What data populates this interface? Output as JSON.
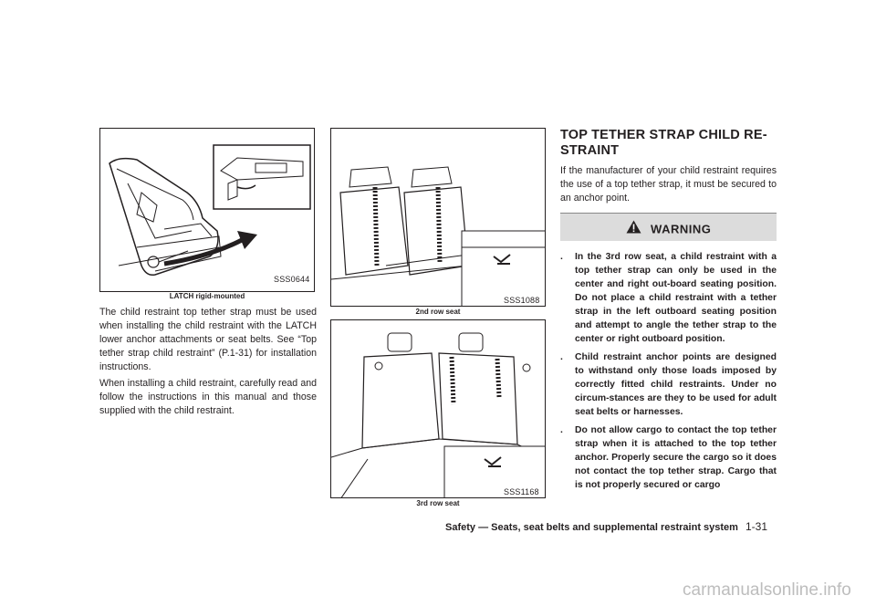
{
  "figures": [
    {
      "code": "SSS0644",
      "caption": "LATCH rigid-mounted"
    },
    {
      "code": "SSS1088",
      "caption": "2nd row seat"
    },
    {
      "code": "SSS1168",
      "caption": "3rd row seat"
    }
  ],
  "col1": {
    "paragraphs": [
      "The child restraint top tether strap must be used when installing the child restraint with the LATCH lower anchor attachments or seat belts. See “Top tether strap child restraint” (P.1-31) for installation instructions.",
      "When installing a child restraint, carefully read and follow the instructions in this manual and those supplied with the child restraint."
    ]
  },
  "col3": {
    "heading_line1": "TOP TETHER STRAP CHILD RE-",
    "heading_line2": "STRAINT",
    "intro": "If the manufacturer of your child restraint requires the use of a top tether strap, it must be secured to an anchor point.",
    "warning_title": "WARNING",
    "warning_items": [
      "In the 3rd row seat, a child restraint with a top tether strap can only be used in the center and right out-board seating position. Do not place a child restraint with a tether strap in the left outboard seating position and attempt to angle the tether strap to the center or right outboard position.",
      "Child restraint anchor points are designed to withstand only those loads imposed by correctly fitted child restraints. Under no circum-stances are they to be used for adult seat belts or harnesses.",
      "Do not allow cargo to contact the top tether strap when it is attached to the top tether anchor. Properly secure the cargo so it does not contact the top tether strap. Cargo that is not properly secured or cargo"
    ],
    "bullet": "."
  },
  "footer": {
    "section": "Safety — Seats, seat belts and supplemental restraint system",
    "page": "1-31"
  },
  "watermark": "carmanualsonline.info"
}
